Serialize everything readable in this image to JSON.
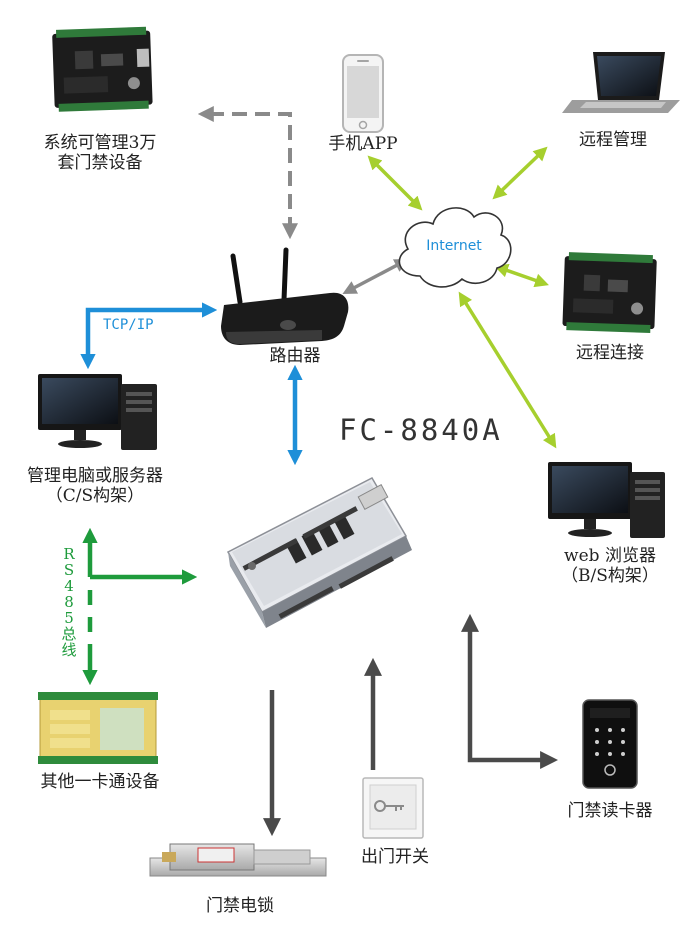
{
  "diagram": {
    "model": "FC-8840A",
    "internet_label": "Internet",
    "tcp_label": "TCP/IP",
    "rs485_label": "RS485总线",
    "nodes": {
      "controllers": [
        "系统可管理3万",
        "套门禁设备"
      ],
      "mobile_app": "手机APP",
      "remote_manage": "远程管理",
      "router": "路由器",
      "remote_connect": "远程连接",
      "pc_server": [
        "管理电脑或服务器",
        "（C/S构架）"
      ],
      "web_browser": [
        "web 浏览器",
        "（B/S构架）"
      ],
      "other_devices": "其他一卡通设备",
      "exit_switch": "出门开关",
      "door_lock": "门禁电锁",
      "card_reader": "门禁读卡器"
    },
    "colors": {
      "blue": "#1e8fd8",
      "green": "#1e9b3c",
      "lime": "#a6cf2e",
      "gray": "#8a8a8a",
      "dark": "#4a4a4a"
    }
  }
}
